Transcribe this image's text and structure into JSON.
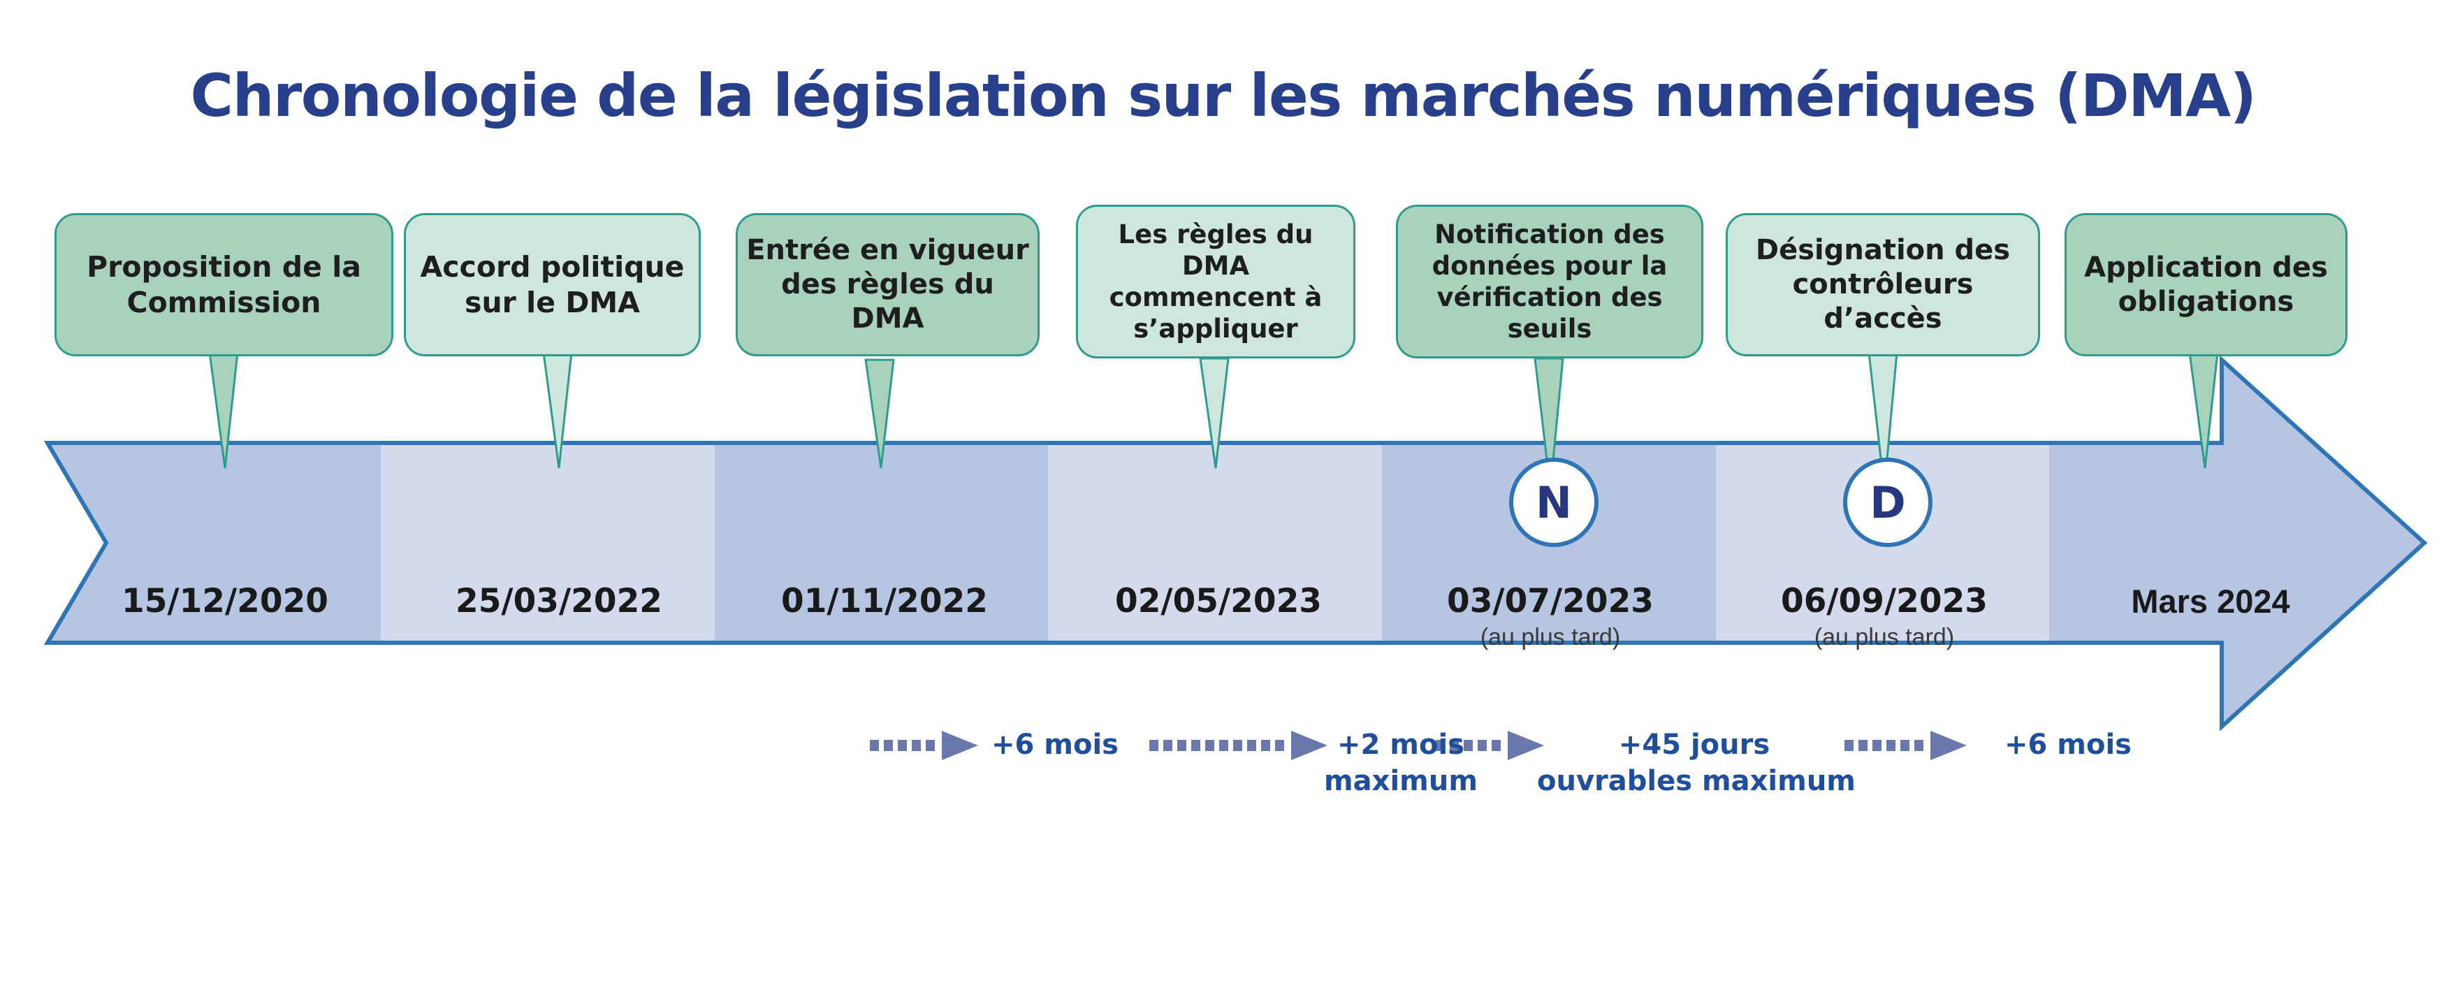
{
  "title": "Chronologie de la législation sur les marchés numériques (DMA)",
  "colors": {
    "title_blue": "#28408C",
    "callout_border": "#2E9B8F",
    "callout_fill_dark": "#A9D2BC",
    "callout_fill_light": "#CFE6DC",
    "band_outline": "#2E75B6",
    "band_segment_dark": "#B6C6E2",
    "band_segment_light": "#D3DAEC",
    "duration_label": "#1F4E9C",
    "duration_arrow": "#6B78AE",
    "marker_ring": "#2E75B6",
    "marker_letter": "#27377F",
    "date_text": "#1A1A1A",
    "sub_text": "#3A3A3A"
  },
  "milestones": [
    {
      "callout": "Proposition de la\nCommission",
      "date": "15/12/2020",
      "note": "",
      "marker": "",
      "shade": "dark"
    },
    {
      "callout": "Accord politique\nsur le DMA",
      "date": "25/03/2022",
      "note": "",
      "marker": "",
      "shade": "light"
    },
    {
      "callout": "Entrée en vigueur\ndes règles du DMA",
      "date": "01/11/2022",
      "note": "",
      "marker": "",
      "shade": "dark"
    },
    {
      "callout": "Les règles du DMA\ncommencent à\ns’appliquer",
      "date": "02/05/2023",
      "note": "",
      "marker": "",
      "shade": "light"
    },
    {
      "callout": "Notification des\ndonnées pour la\nvérification des seuils",
      "date": "03/07/2023",
      "note": "(au plus tard)",
      "marker": "N",
      "shade": "dark"
    },
    {
      "callout": "Désignation des\ncontrôleurs d’accès",
      "date": "06/09/2023",
      "note": "(au plus tard)",
      "marker": "D",
      "shade": "light"
    },
    {
      "callout": "Application des\nobligations",
      "date": "Mars 2024",
      "note": "",
      "marker": "",
      "shade": "dark"
    }
  ],
  "durations": [
    {
      "label": "+6 mois",
      "between": "01/11/2022 → 02/05/2023"
    },
    {
      "label": "+2 mois\nmaximum",
      "between": "02/05/2023 → 03/07/2023"
    },
    {
      "label": "+45 jours\nouvrables maximum",
      "between": "03/07/2023 → 06/09/2023"
    },
    {
      "label": "+6 mois",
      "between": "06/09/2023 → Mars 2024"
    }
  ],
  "callout_labels": {
    "m0": "Proposition de la Commission",
    "m1": "Accord politique sur le DMA",
    "m2": "Entrée en vigueur des règles du DMA",
    "m3": "Les règles du DMA commencent à s’appliquer",
    "m4": "Notification des données pour la vérification des seuils",
    "m5": "Désignation des contrôleurs d’accès",
    "m6": "Application des obligations"
  },
  "callout_lines": {
    "m0": [
      "Proposition de la",
      "Commission"
    ],
    "m1": [
      "Accord politique",
      "sur le DMA"
    ],
    "m2": [
      "Entrée en vigueur",
      "des règles du DMA"
    ],
    "m3": [
      "Les règles du DMA",
      "commencent à",
      "s’appliquer"
    ],
    "m4": [
      "Notification des",
      "données pour la",
      "vérification des seuils"
    ],
    "m5": [
      "Désignation des",
      "contrôleurs d’accès"
    ],
    "m6": [
      "Application des",
      "obligations"
    ]
  },
  "dates": {
    "d0": "15/12/2020",
    "d1": "25/03/2022",
    "d2": "01/11/2022",
    "d3": "02/05/2023",
    "d4": "03/07/2023",
    "d5": "06/09/2023",
    "d6": "Mars 2024"
  },
  "notes": {
    "n4": "(au plus tard)",
    "n5": "(au plus tard)"
  },
  "markers": {
    "k0": "N",
    "k1": "D"
  },
  "duration_labels": {
    "t0_l1": "+6 mois",
    "t1_l1": "+2 mois",
    "t1_l2": "maximum",
    "t2_l1": "+45 jours",
    "t2_l2": "ouvrables maximum",
    "t3_l1": "+6 mois"
  }
}
